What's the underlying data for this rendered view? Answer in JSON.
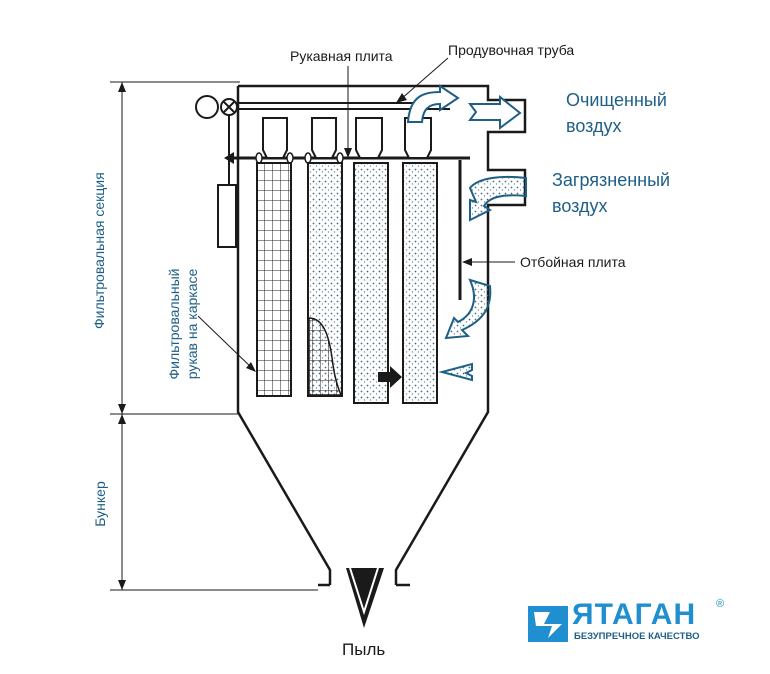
{
  "labels": {
    "sleeve_plate": "Рукавная плита",
    "blow_pipe": "Продувочная труба",
    "clean_air": [
      "Очищенный",
      "воздух"
    ],
    "dirty_air": [
      "Загрязненный",
      "воздух"
    ],
    "baffle_plate": "Отбойная плита",
    "filter_section": "Фильтровальная секция",
    "bunker": "Бункер",
    "filter_bag": [
      "Фильтровальный",
      "рукав на каркасе"
    ],
    "dust": "Пыль"
  },
  "brand": {
    "name": "ЯТАГАН",
    "registered": "®",
    "tagline": "БЕЗУПРЕЧНОЕ КАЧЕСТВО",
    "color": "#1f8fd0"
  },
  "colors": {
    "label_blue": "#1f5f86",
    "line": "#1a1a1a",
    "dust_dot": "#8fa8b8"
  }
}
